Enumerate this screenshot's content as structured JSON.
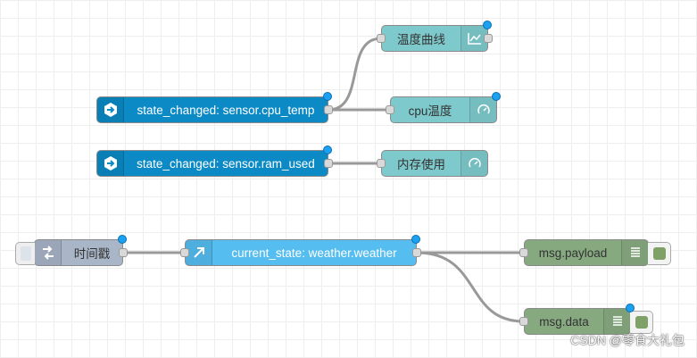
{
  "nodes": {
    "cpu_state": {
      "label": "state_changed: sensor.cpu_temp",
      "icon": "ha-arrow-icon"
    },
    "ram_state": {
      "label": "state_changed: sensor.ram_used",
      "icon": "ha-arrow-icon"
    },
    "temp_chart": {
      "label": "温度曲线",
      "icon": "chart-icon"
    },
    "cpu_gauge": {
      "label": "cpu温度",
      "icon": "gauge-icon"
    },
    "mem_gauge": {
      "label": "内存使用",
      "icon": "gauge-icon"
    },
    "timestamp_inject": {
      "label": "时间戳",
      "icon": "inject-arrows-icon"
    },
    "weather_state": {
      "label": "current_state: weather.weather",
      "icon": "diagonal-arrow-icon"
    },
    "debug_payload": {
      "label": "msg.payload",
      "icon": "list-icon",
      "enabled": true
    },
    "debug_data": {
      "label": "msg.data",
      "icon": "list-icon",
      "enabled": false
    }
  },
  "colors": {
    "home_assistant": "#0b8ac6",
    "dashboard": "#7ec9cc",
    "debug": "#87a980",
    "inject": "#a9b6c8",
    "current_state": "#55bdf0",
    "status_dot": "#1ba1f2",
    "wire": "#999999"
  },
  "watermark": "CSDN @零食大礼包"
}
